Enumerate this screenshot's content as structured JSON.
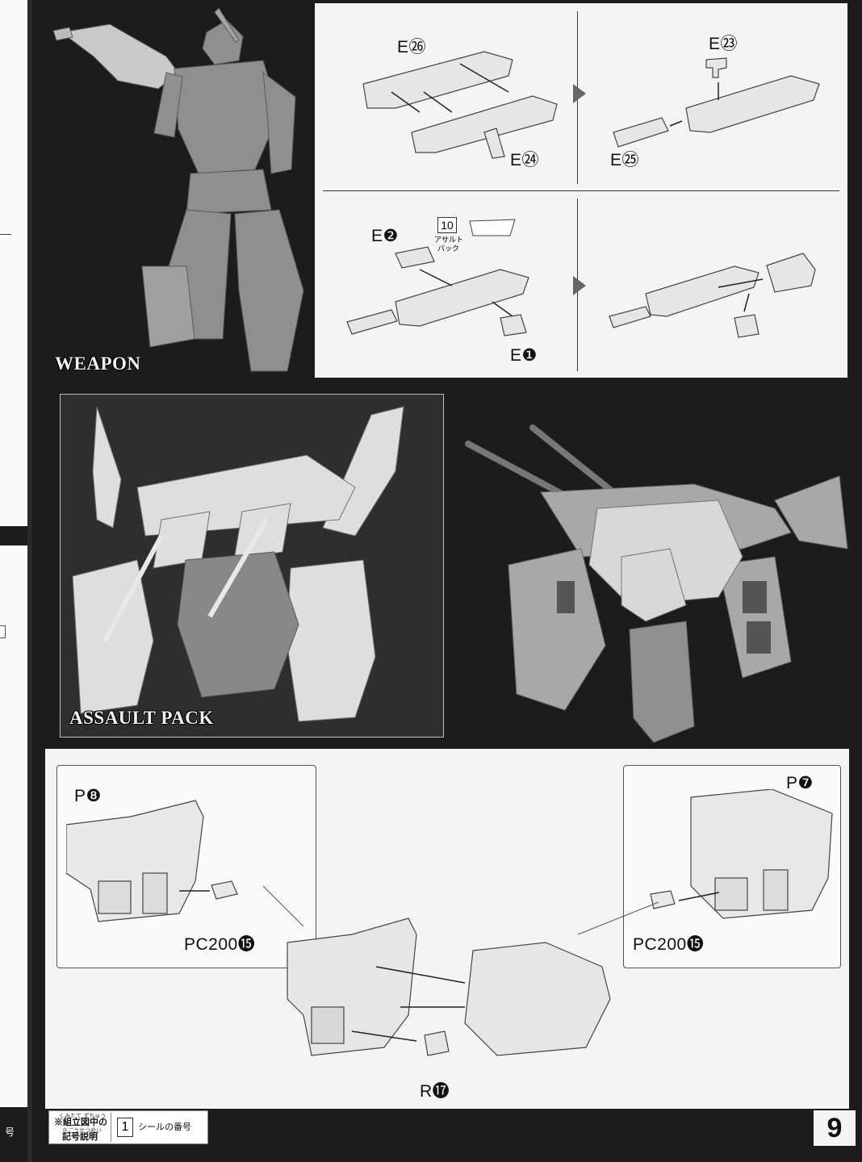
{
  "weapon_section": {
    "title": "WEAPON",
    "steps": [
      {
        "labels": [
          "E㉖",
          "E㉔"
        ]
      },
      {
        "labels": [
          "E㉓",
          "E㉕"
        ]
      },
      {
        "labels": [
          "E❷",
          "E❶"
        ],
        "sticker_number": "10",
        "sticker_text_line1": "アサルト",
        "sticker_text_line2": "パック"
      },
      {
        "labels": []
      }
    ]
  },
  "assault_section": {
    "title": "ASSAULT PACK"
  },
  "assembly_section": {
    "left_callout_part": "P❽",
    "left_callout_pc": "PC200⓯",
    "right_callout_part": "P❼",
    "right_callout_pc": "PC200⓯",
    "bottom_part": "R⓱"
  },
  "footer": {
    "legend_ruby_1": "くみたて ずちゅう",
    "legend_line_1": "※組立図中の",
    "legend_ruby_2": "きごうせつめい",
    "legend_line_2": "記号説明",
    "sticker_box_number": "1",
    "sticker_caption": "シールの番号",
    "page_number": "9",
    "left_edge_glyph": "号"
  },
  "colors": {
    "page_background": "#1c1c1c",
    "panel_white": "#f4f4f2",
    "photo_gray": "#9a9a9a",
    "text_dark": "#111111"
  },
  "icons": [
    "step-arrow-icon",
    "assembly-arrow-icon",
    "mecha-photo",
    "part-drawing"
  ]
}
